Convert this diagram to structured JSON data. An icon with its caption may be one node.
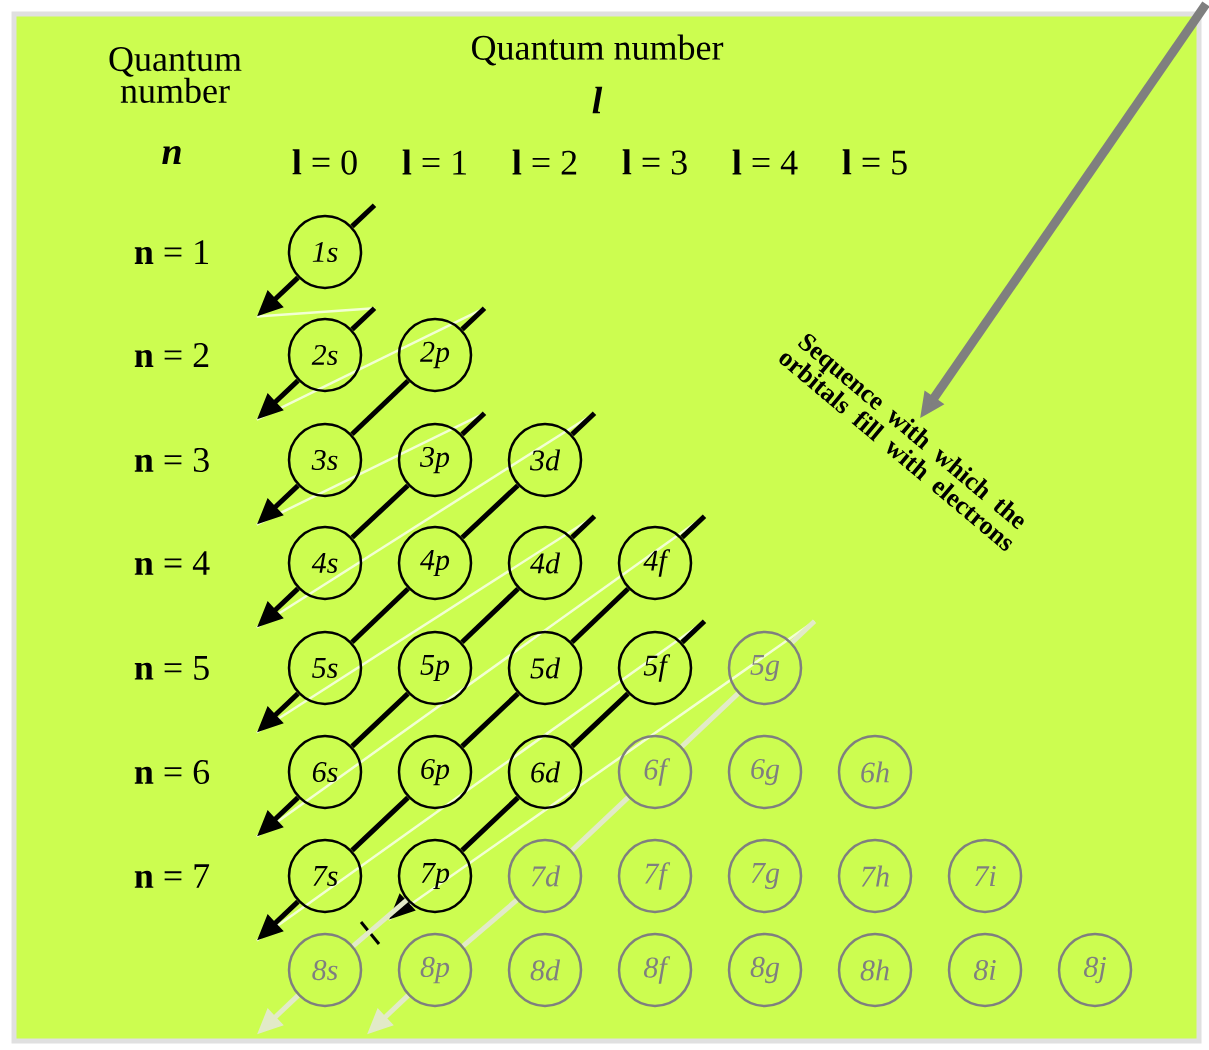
{
  "diagram": {
    "nodes": [
      {
        "text": [
          "1s"
        ]
      },
      {
        "text": [
          "2s"
        ]
      },
      {
        "text": [
          "2p"
        ]
      },
      {
        "text": [
          "3s"
        ]
      },
      {
        "text": [
          "3p"
        ]
      },
      {
        "text": [
          "3d"
        ]
      },
      {
        "text": [
          "4s"
        ]
      },
      {
        "text": [
          "4p"
        ]
      },
      {
        "text": [
          "4d"
        ]
      },
      {
        "text": [
          "4f"
        ]
      },
      {
        "text": [
          "5s"
        ]
      },
      {
        "text": [
          "5p"
        ]
      },
      {
        "text": [
          "5d"
        ]
      },
      {
        "text": [
          "5f"
        ]
      },
      {
        "text": [
          "5g"
        ]
      },
      {
        "text": [
          "6s"
        ]
      },
      {
        "text": [
          "6p"
        ]
      },
      {
        "text": [
          "6d"
        ]
      },
      {
        "text": [
          "6f"
        ]
      },
      {
        "text": [
          "6g"
        ]
      },
      {
        "text": [
          "6h"
        ]
      },
      {
        "text": [
          "7s"
        ]
      },
      {
        "text": [
          "7p"
        ]
      },
      {
        "text": [
          "7d"
        ]
      },
      {
        "text": [
          "7f"
        ]
      },
      {
        "text": [
          "7g"
        ]
      },
      {
        "text": [
          "7h"
        ]
      },
      {
        "text": [
          "7i"
        ]
      },
      {
        "text": [
          "8s"
        ]
      },
      {
        "text": [
          "8p"
        ]
      },
      {
        "text": [
          "8d"
        ]
      },
      {
        "text": [
          "8f"
        ]
      },
      {
        "text": [
          "8g"
        ]
      },
      {
        "text": [
          "8h"
        ]
      },
      {
        "text": [
          "8i"
        ]
      },
      {
        "text": [
          "8j"
        ]
      },
      {
        "text": [
          "Sequence with which the orbitals fill with electrons"
        ]
      }
    ],
    "edges": [
      {
        "from": null,
        "to": 0,
        "arrow": "none"
      },
      {
        "from": 0,
        "to": null,
        "arrow": "to"
      },
      {
        "from": null,
        "to": 1,
        "arrow": "none"
      },
      {
        "from": 1,
        "to": null,
        "arrow": "to"
      },
      {
        "from": null,
        "to": 2,
        "arrow": "none"
      },
      {
        "from": 2,
        "to": 3,
        "arrow": "none"
      },
      {
        "from": 3,
        "to": null,
        "arrow": "to"
      },
      {
        "from": null,
        "to": 4,
        "arrow": "none"
      },
      {
        "from": 4,
        "to": 6,
        "arrow": "none"
      },
      {
        "from": 6,
        "to": null,
        "arrow": "to"
      },
      {
        "from": null,
        "to": 5,
        "arrow": "none"
      },
      {
        "from": 5,
        "to": 7,
        "arrow": "none"
      },
      {
        "from": 7,
        "to": 10,
        "arrow": "none"
      },
      {
        "from": 10,
        "to": null,
        "arrow": "to"
      },
      {
        "from": null,
        "to": 8,
        "arrow": "none"
      },
      {
        "from": 8,
        "to": 11,
        "arrow": "none"
      },
      {
        "from": 11,
        "to": 15,
        "arrow": "none"
      },
      {
        "from": 15,
        "to": null,
        "arrow": "to"
      },
      {
        "from": null,
        "to": 9,
        "arrow": "none"
      },
      {
        "from": 9,
        "to": 12,
        "arrow": "none"
      },
      {
        "from": 12,
        "to": 16,
        "arrow": "none"
      },
      {
        "from": 16,
        "to": 21,
        "arrow": "none"
      },
      {
        "from": 21,
        "to": null,
        "arrow": "to"
      },
      {
        "from": null,
        "to": 13,
        "arrow": "none"
      },
      {
        "from": 13,
        "to": 17,
        "arrow": "none"
      },
      {
        "from": 17,
        "to": 22,
        "arrow": "none"
      },
      {
        "from": 22,
        "to": null,
        "arrow": "to"
      },
      {
        "from": 22,
        "to": 28,
        "arrow": "none",
        "color": "#e2eac8"
      },
      {
        "from": 28,
        "to": null,
        "arrow": "to",
        "color": "#e2eac8"
      },
      {
        "from": null,
        "to": 14,
        "arrow": "none",
        "color": "#e2eac8"
      },
      {
        "from": 14,
        "to": 18,
        "arrow": "none",
        "color": "#e2eac8"
      },
      {
        "from": 18,
        "to": 23,
        "arrow": "none",
        "color": "#e2eac8"
      },
      {
        "from": 23,
        "to": 29,
        "arrow": "none",
        "color": "#e2eac8"
      },
      {
        "from": 29,
        "to": null,
        "arrow": "to",
        "color": "#e2eac8"
      },
      {
        "from": null,
        "to": 36,
        "arrow": "to",
        "style": "thick",
        "color": "#7f7f7f"
      }
    ],
    "labels": [
      "Quantum number",
      "Quantum number",
      "l",
      "n",
      "**l** = 0",
      "**l** = 1",
      "**l** = 2",
      "**l** = 3",
      "**l** = 4",
      "**l** = 5",
      "**n** = 1",
      "**n** = 2",
      "**n** = 3",
      "**n** = 4",
      "**n** = 5",
      "**n** = 6",
      "**n** = 7"
    ]
  }
}
